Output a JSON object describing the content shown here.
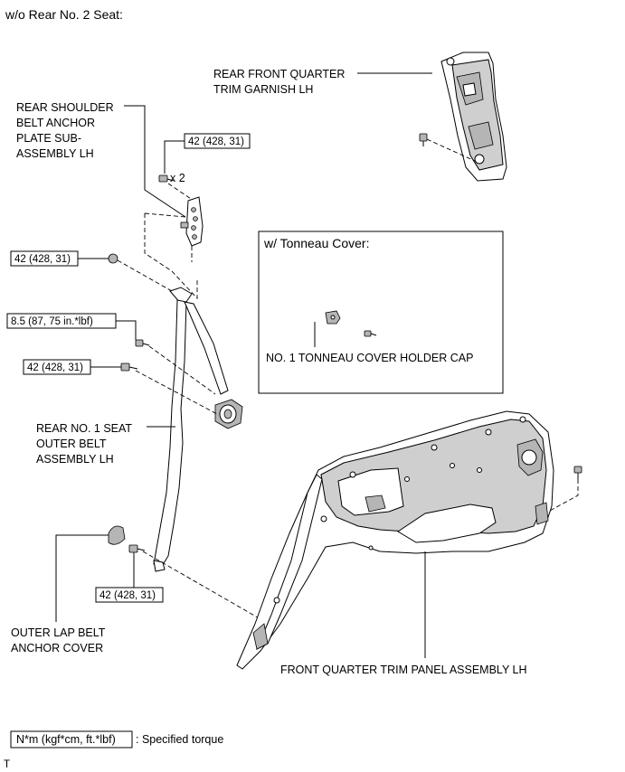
{
  "header": {
    "variant_label": "w/o Rear No. 2 Seat:"
  },
  "parts": {
    "rear_front_quarter_trim_garnish": [
      "REAR FRONT QUARTER",
      "TRIM GARNISH LH"
    ],
    "rear_shoulder_belt_anchor_plate": [
      "REAR SHOULDER",
      "BELT ANCHOR",
      "PLATE SUB-",
      "ASSEMBLY LH"
    ],
    "rear_no1_seat_outer_belt": [
      "REAR NO. 1 SEAT",
      "OUTER BELT",
      "ASSEMBLY LH"
    ],
    "outer_lap_belt_anchor_cover": [
      "OUTER LAP BELT",
      "ANCHOR COVER"
    ],
    "front_quarter_trim_panel": "FRONT QUARTER TRIM PANEL ASSEMBLY LH",
    "tonneau_cover_holder_cap": "NO. 1 TONNEAU COVER HOLDER CAP"
  },
  "inset": {
    "title": "w/ Tonneau Cover:"
  },
  "quantity_note": "x 2",
  "torques": {
    "anchor_plate_bolt": "42 (428, 31)",
    "belt_upper_nut": "42 (428, 31)",
    "retractor_bolt_small": "8.5 (87, 75 in.*lbf)",
    "retractor_bolt": "42 (428, 31)",
    "lap_anchor_bolt": "42 (428, 31)"
  },
  "legend": {
    "unit_box": "N*m (kgf*cm, ft.*lbf)",
    "description": ": Specified torque"
  },
  "footer_mark": "T"
}
